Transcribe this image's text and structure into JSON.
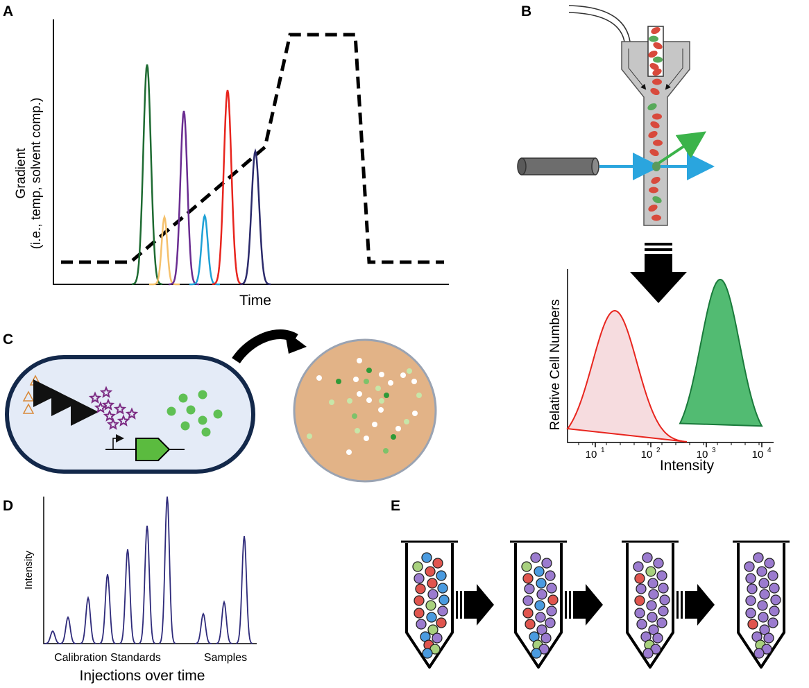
{
  "panels": {
    "a": {
      "label": "A",
      "y_label_line1": "Gradient",
      "y_label_line2": "(i.e., temp, solvent comp.)",
      "x_label": "Time",
      "peak_colors": [
        "#1e6b32",
        "#f5c16c",
        "#6a2c91",
        "#1ea1d6",
        "#e8251e",
        "#2b2a6b"
      ]
    },
    "b": {
      "label": "B",
      "y_label": "Relative Cell Numbers",
      "x_label": "Intensity",
      "ticks": [
        {
          "base": "10",
          "exp": "1"
        },
        {
          "base": "10",
          "exp": "2"
        },
        {
          "base": "10",
          "exp": "3"
        },
        {
          "base": "10",
          "exp": "4"
        }
      ],
      "colors": {
        "negative": "#e8251e",
        "negative_fill": "#f6dcdf",
        "positive": "#1a7a3b",
        "positive_fill": "#52bb72",
        "laser": "#2aa5de",
        "emission": "#3bb34a"
      }
    },
    "c": {
      "label": "C",
      "colors": {
        "cell": "#e4ebf7",
        "cell_border": "#13284a",
        "plate": "#e2b387",
        "molecule": "#7b2a82",
        "gene": "#5bbb3f"
      }
    },
    "d": {
      "label": "D",
      "y_label": "Intensity",
      "x_label": "Injections over time",
      "group_label_1": "Calibration Standards",
      "group_label_2": "Samples",
      "line_color": "#2e2a7a"
    },
    "e": {
      "label": "E",
      "bead_colors": {
        "red": "#e0554e",
        "blue": "#4a9be0",
        "green": "#a8d17e",
        "purple": "#9b7bcf"
      }
    }
  }
}
